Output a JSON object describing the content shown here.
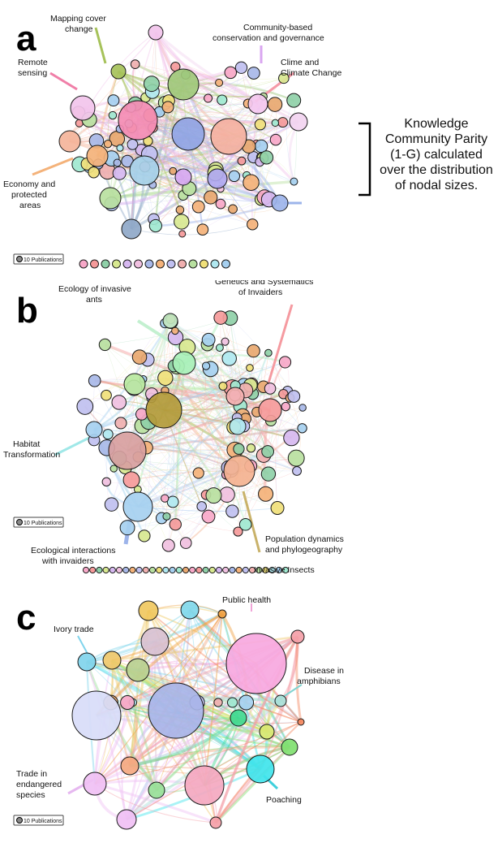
{
  "panels": [
    {
      "id": "a",
      "label": "a",
      "legend": "10 Publications",
      "clusters": [
        "Mapping cover change",
        "Community-based conservation and governance",
        "Remote sensing",
        "Clime and Climate Change",
        "Economy and protected areas"
      ]
    },
    {
      "id": "b",
      "label": "b",
      "legend": "10 Publications",
      "clusters": [
        "Ecology of invasive ants",
        "Genetics and Systematics of Invaiders",
        "Habitat Transformation",
        "Population dynamics and phylogeography",
        "Ecological interactions with invaiders",
        "Invasive Insects"
      ]
    },
    {
      "id": "c",
      "label": "c",
      "legend": "10 Publications",
      "clusters": [
        "Public health",
        "Ivory trade",
        "Disease in amphibians",
        "Trade in endangered species",
        "Poaching"
      ]
    }
  ],
  "annotation": {
    "bracket": "]",
    "text": "Knowledge Community Parity (1-G) calculated over the distribution of nodal sizes."
  }
}
